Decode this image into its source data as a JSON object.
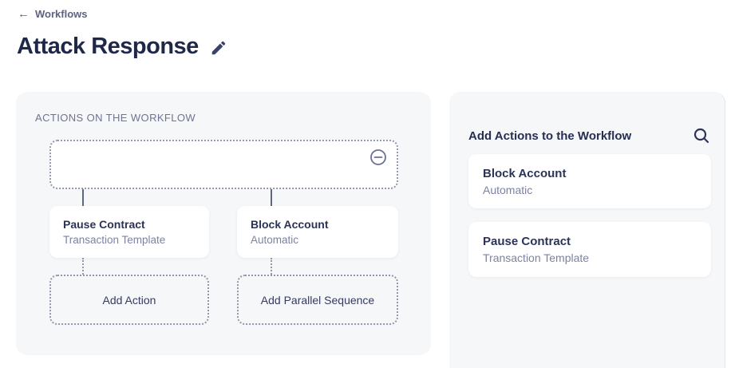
{
  "header": {
    "back_label": "Workflows",
    "back_arrow": "←",
    "title": "Attack Response"
  },
  "workflow_panel": {
    "label": "ACTIONS ON THE WORKFLOW",
    "nodes": [
      {
        "title": "Pause Contract",
        "subtitle": "Transaction Template"
      },
      {
        "title": "Block Account",
        "subtitle": "Automatic"
      }
    ],
    "add_action_label": "Add Action",
    "add_parallel_label": "Add Parallel Sequence"
  },
  "actions_panel": {
    "title": "Add Actions to the Workflow",
    "items": [
      {
        "title": "Block Account",
        "subtitle": "Automatic"
      },
      {
        "title": "Pause Contract",
        "subtitle": "Transaction Template"
      }
    ]
  },
  "icons": {
    "back": "arrow-left-icon",
    "edit": "pencil-icon",
    "remove_node": "minus-circle-icon",
    "search": "search-icon"
  },
  "colors": {
    "heading": "#1f2848",
    "card_title": "#2b3357",
    "muted_text": "#7d82a0",
    "panel_background": "#f6f7f9",
    "dotted_border": "#9397ad",
    "connector": "#5f6585"
  }
}
